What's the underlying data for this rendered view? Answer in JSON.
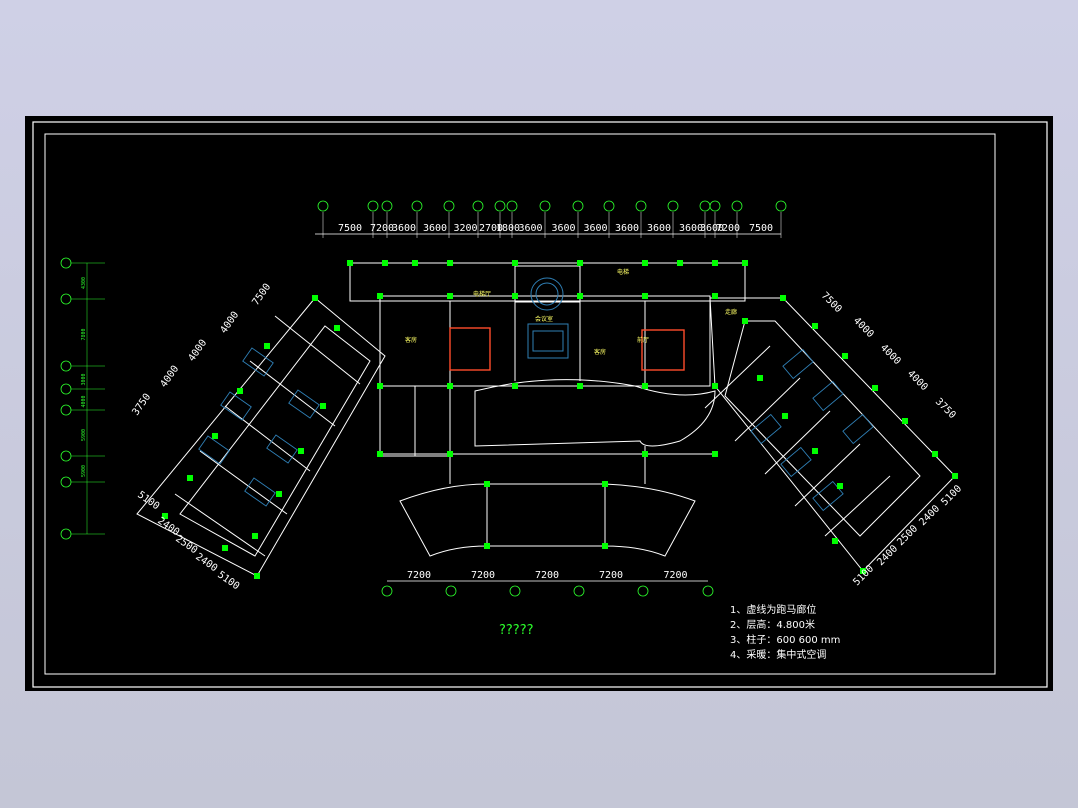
{
  "colors": {
    "background": "#000000",
    "wall": "#ffffff",
    "column": "#00ff00",
    "furniture": "#2f7fb5",
    "accent": "#ff4c2c",
    "annotation": "#ffff66",
    "axis": "#2cff2c"
  },
  "drawing": {
    "title": "?????",
    "top_dimensions": [
      "7500",
      "7200",
      "3600",
      "3600",
      "3200",
      "2700",
      "1800",
      "3600",
      "3600",
      "3600",
      "3600",
      "3600",
      "3600",
      "3600",
      "7200",
      "7500"
    ],
    "bottom_dimensions": [
      "7200",
      "7200",
      "7200",
      "7200",
      "7200"
    ],
    "left_wing_dimensions": [
      "7500",
      "4000",
      "4000",
      "4000",
      "3750"
    ],
    "right_wing_dimensions": [
      "7500",
      "4000",
      "4000",
      "4000",
      "3750"
    ],
    "left_lower_dimensions": [
      "5100",
      "2400",
      "2500",
      "2400",
      "5100"
    ],
    "right_lower_dimensions": [
      "5100",
      "2400",
      "2500",
      "2400",
      "5100"
    ],
    "left_vertical_dimensions": [
      "4300",
      "7800",
      "3000",
      "4000",
      "5900",
      "5900"
    ],
    "notes": [
      "1、虚线为跑马廊位",
      "2、层高：4.800米",
      "3、柱子：600  600 mm",
      "4、采暖：集中式空调"
    ],
    "room_labels": [
      "电梯厅",
      "客房",
      "客房",
      "会议室",
      "电梯",
      "前厅",
      "走廊"
    ]
  }
}
